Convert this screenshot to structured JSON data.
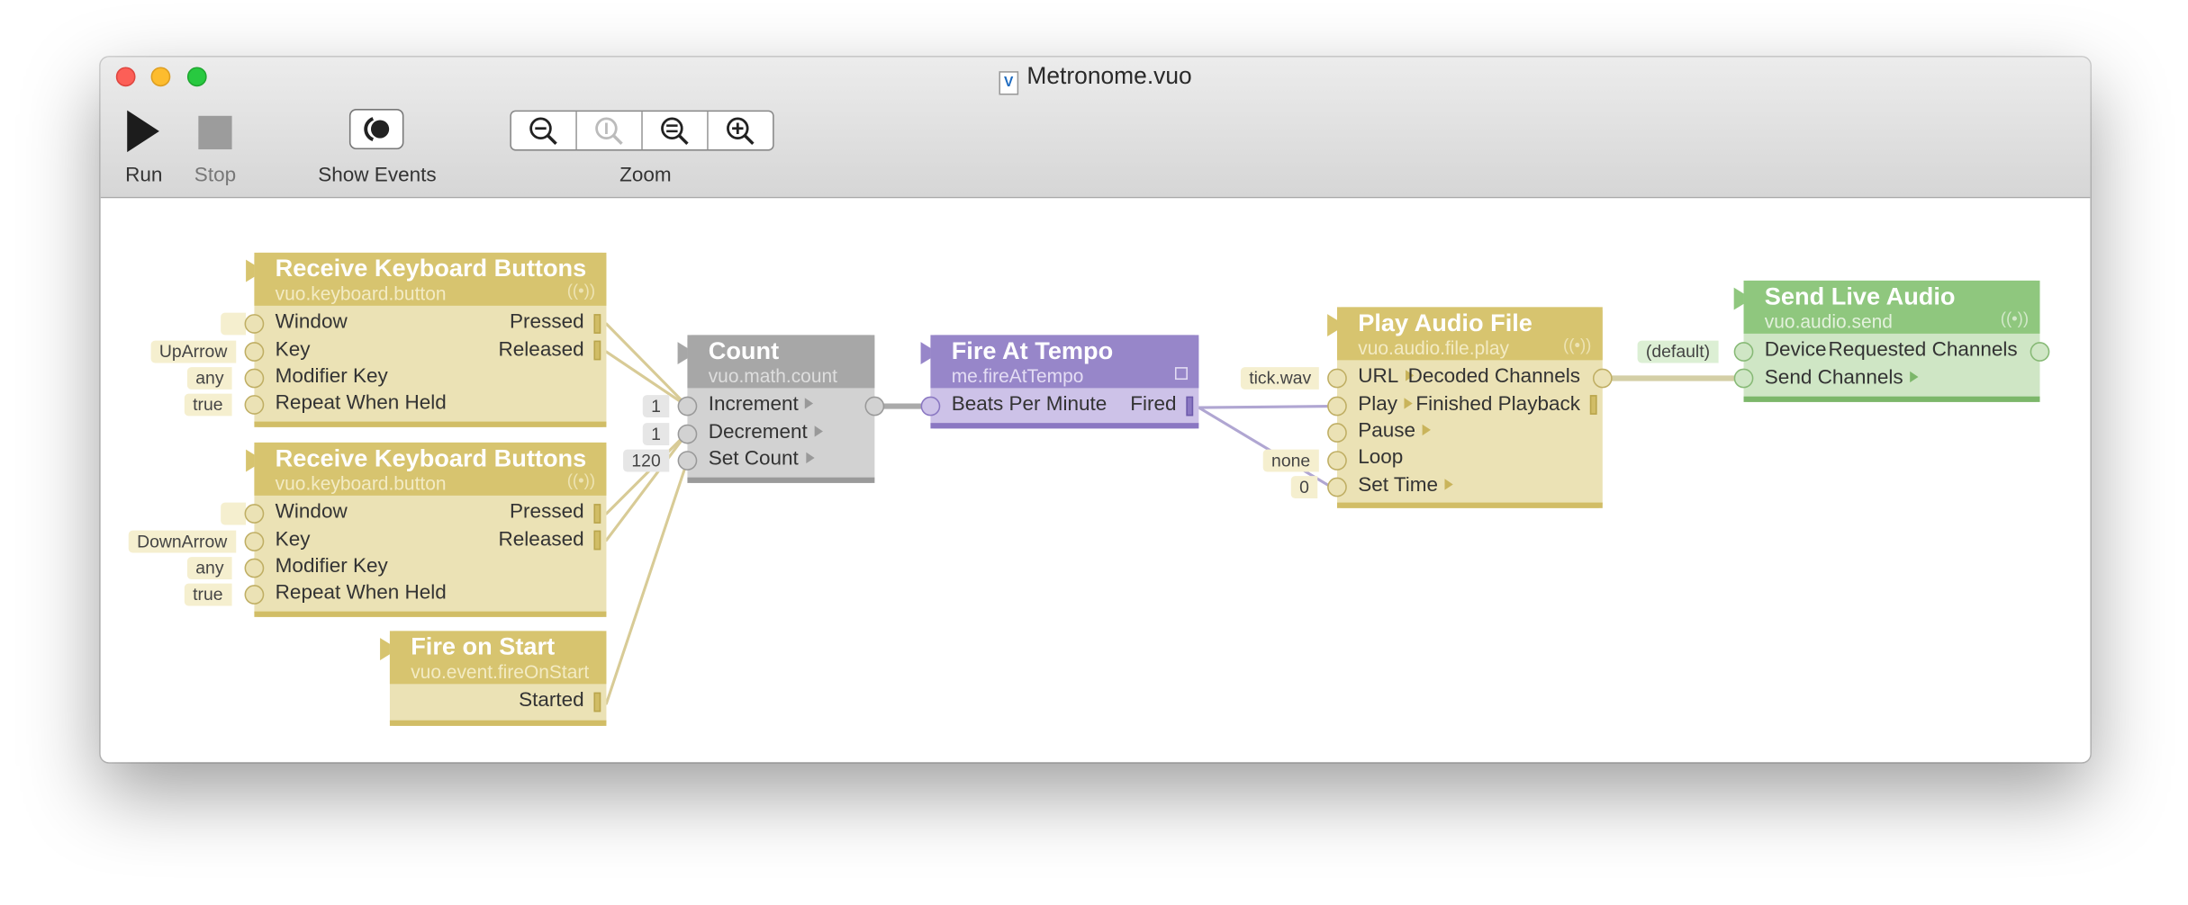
{
  "window": {
    "title": "Metronome.vuo"
  },
  "toolbar": {
    "run_label": "Run",
    "stop_label": "Stop",
    "show_events_label": "Show Events",
    "zoom_label": "Zoom"
  },
  "colors": {
    "yellow_header": "#d7c46f",
    "yellow_body": "#ebe2b5",
    "gray_header": "#a7a7a7",
    "gray_body": "#d2d2d2",
    "purple_header": "#9786c9",
    "purple_body": "#cdc2e8",
    "green_header": "#8fc77e",
    "green_body": "#cfe6c5"
  },
  "nodes": {
    "kb1": {
      "title": "Receive Keyboard Buttons",
      "class": "vuo.keyboard.button",
      "inputs": [
        {
          "label": "Window",
          "value": ""
        },
        {
          "label": "Key",
          "value": "UpArrow"
        },
        {
          "label": "Modifier Key",
          "value": "any"
        },
        {
          "label": "Repeat When Held",
          "value": "true"
        }
      ],
      "outputs": [
        "Pressed",
        "Released"
      ]
    },
    "kb2": {
      "title": "Receive Keyboard Buttons",
      "class": "vuo.keyboard.button",
      "inputs": [
        {
          "label": "Window",
          "value": ""
        },
        {
          "label": "Key",
          "value": "DownArrow"
        },
        {
          "label": "Modifier Key",
          "value": "any"
        },
        {
          "label": "Repeat When Held",
          "value": "true"
        }
      ],
      "outputs": [
        "Pressed",
        "Released"
      ]
    },
    "fos": {
      "title": "Fire on Start",
      "class": "vuo.event.fireOnStart",
      "outputs": [
        "Started"
      ]
    },
    "count": {
      "title": "Count",
      "class": "vuo.math.count",
      "inputs": [
        {
          "label": "Increment",
          "value": "1"
        },
        {
          "label": "Decrement",
          "value": "1"
        },
        {
          "label": "Set Count",
          "value": "120"
        }
      ]
    },
    "fat": {
      "title": "Fire At Tempo",
      "class": "me.fireAtTempo",
      "inputs": [
        {
          "label": "Beats Per Minute"
        }
      ],
      "outputs": [
        "Fired"
      ]
    },
    "paf": {
      "title": "Play Audio File",
      "class": "vuo.audio.file.play",
      "inputs": [
        {
          "label": "URL",
          "value": "tick.wav"
        },
        {
          "label": "Play",
          "value": ""
        },
        {
          "label": "Pause",
          "value": ""
        },
        {
          "label": "Loop",
          "value": "none"
        },
        {
          "label": "Set Time",
          "value": "0"
        }
      ],
      "outputs": [
        "Decoded Channels",
        "Finished Playback"
      ]
    },
    "sla": {
      "title": "Send Live Audio",
      "class": "vuo.audio.send",
      "inputs": [
        {
          "label": "Device",
          "value": "(default)"
        },
        {
          "label": "Send Channels",
          "value": ""
        }
      ],
      "outputs": [
        "Requested Channels"
      ]
    }
  }
}
